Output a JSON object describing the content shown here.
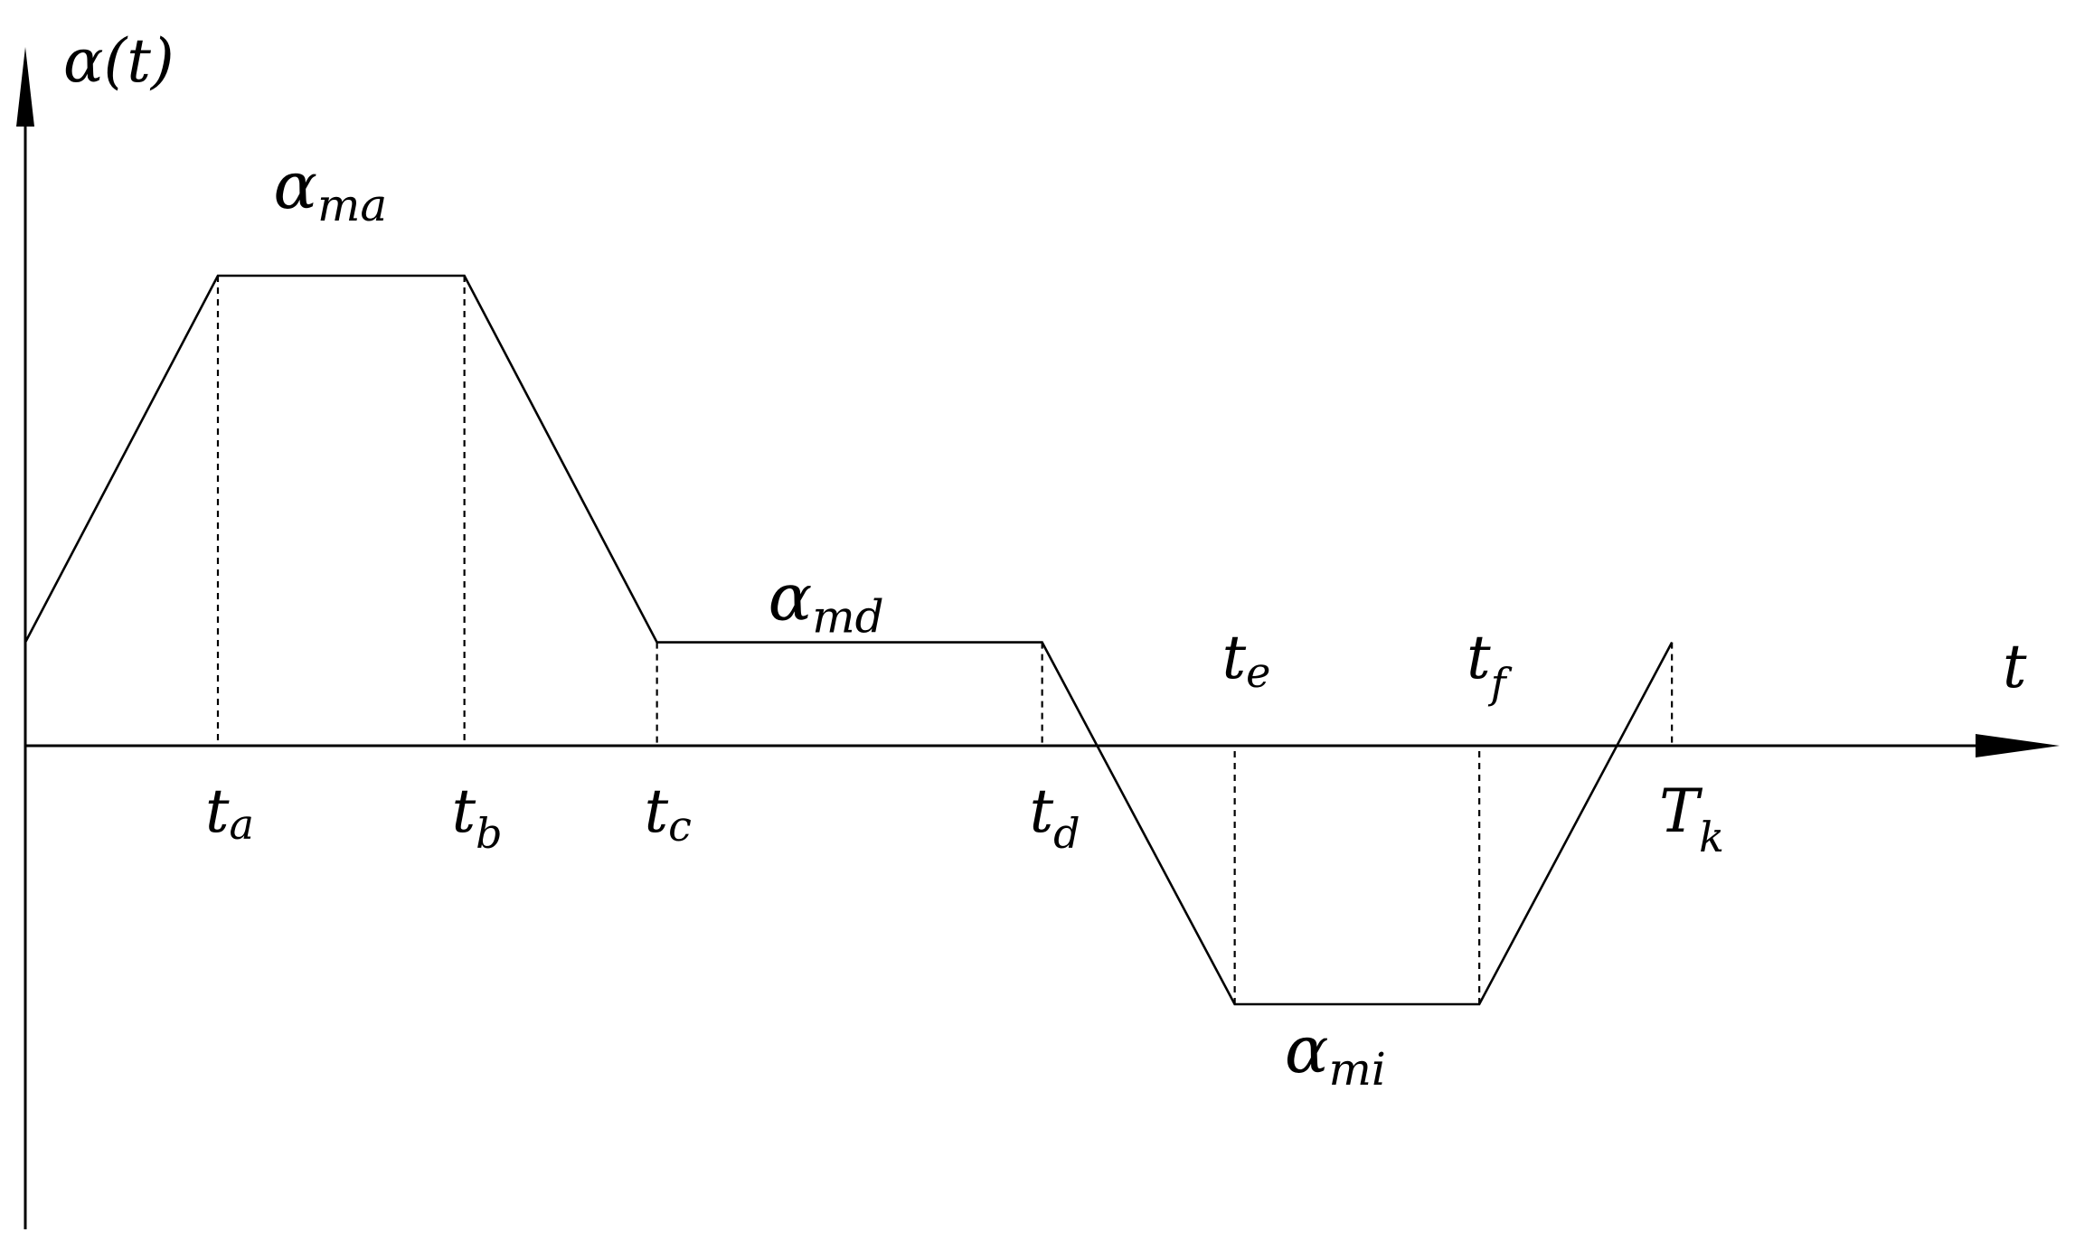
{
  "chart_data": {
    "type": "line",
    "title": "",
    "ylabel": "α(t)",
    "xlabel": "t",
    "grid": false,
    "legend": "none",
    "colors": {
      "line": "#000000",
      "background": "#ffffff"
    },
    "x": [
      0,
      1.0,
      2.28,
      3.28,
      5.28,
      6.28,
      7.55,
      8.55
    ],
    "y": [
      0.22,
      1.0,
      1.0,
      0.22,
      0.22,
      -0.55,
      -0.55,
      0.22
    ],
    "x_ticks": [
      {
        "x": 1.0,
        "base": "t",
        "sub": "a"
      },
      {
        "x": 2.28,
        "base": "t",
        "sub": "b"
      },
      {
        "x": 3.28,
        "base": "t",
        "sub": "c"
      },
      {
        "x": 5.28,
        "base": "t",
        "sub": "d"
      },
      {
        "x": 6.28,
        "base": "t",
        "sub": "e"
      },
      {
        "x": 7.55,
        "base": "t",
        "sub": "f"
      },
      {
        "x": 8.55,
        "base": "T",
        "sub": "k"
      }
    ],
    "level_labels": [
      {
        "id": "ma",
        "base": "α",
        "sub": "ma",
        "y": 1.0
      },
      {
        "id": "md",
        "base": "α",
        "sub": "md",
        "y": 0.22
      },
      {
        "id": "mi",
        "base": "α",
        "sub": "mi",
        "y": -0.55
      }
    ]
  }
}
